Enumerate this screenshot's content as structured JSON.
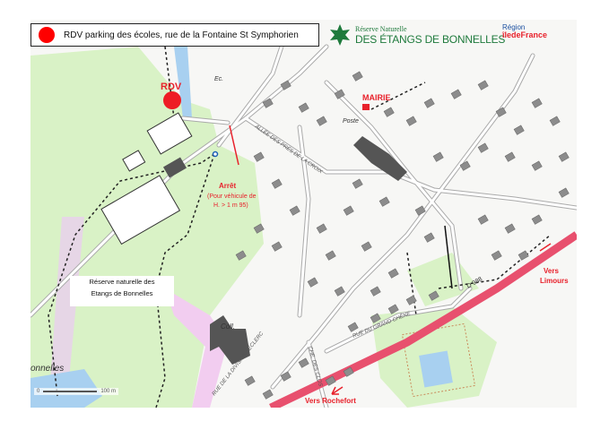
{
  "banner": {
    "text": "RDV parking des écoles, rue de la Fontaine St Symphorien",
    "marker_color": "#ff0000"
  },
  "logo": {
    "line1": "Réserve Naturelle",
    "line2": "DES ÉTANGS DE BONNELLES",
    "color": "#1e7a3c"
  },
  "region": {
    "line1": "Région",
    "line2": "îledeFrance"
  },
  "map": {
    "labels": {
      "rdv": "RDV",
      "mairie": "MAIRIE",
      "poste": "Poste",
      "ecole": "Ec.",
      "college": "Coll.",
      "arret": "Arrêt",
      "arret_note1": "(Pour véhicule de",
      "arret_note2": "H. > 1 m 95)",
      "vers_limours1": "Vers",
      "vers_limours2": "Limours",
      "vers_rochefort": "Vers Rochefort",
      "bonnelles": "onnelles",
      "road_d988": "D 988",
      "rue_grand_chene": "RUE DU GRAND CHÊNE",
      "che_des_clos": "CHE. DES CLOS",
      "division_leclerc": "RUE DE LA DIVISION LECLERC",
      "allee_pres_croix": "ALLÉE DES PRÉS DE LA CROIX"
    },
    "reserve_label": [
      "Réserve naturelle des",
      "Etangs de Bonnelles"
    ],
    "scale": {
      "start": "0",
      "end": "100 m"
    },
    "colors": {
      "forest": "#d9f2c6",
      "road_main": "#e8506e",
      "buildings": "#8c8c8c",
      "water": "#a8d0f0",
      "annotation": "#e8212b"
    }
  }
}
